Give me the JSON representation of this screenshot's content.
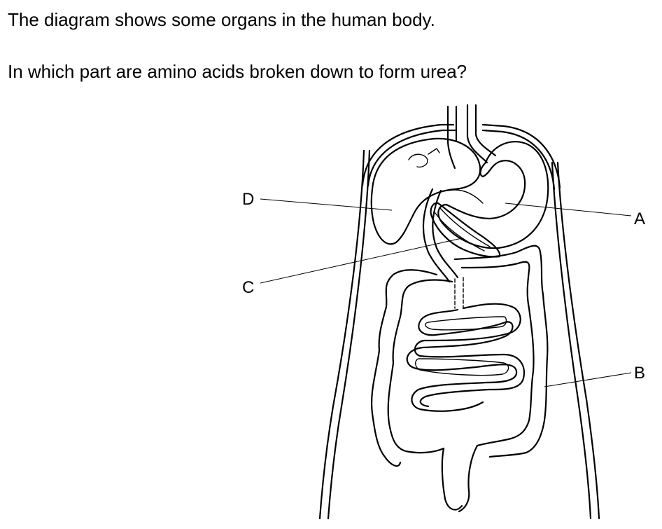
{
  "question": {
    "intro": "The diagram shows some organs in the human body.",
    "prompt": "In which part are amino acids broken down to form urea?"
  },
  "diagram": {
    "labels": {
      "a": "A",
      "b": "B",
      "c": "C",
      "d": "D"
    }
  }
}
